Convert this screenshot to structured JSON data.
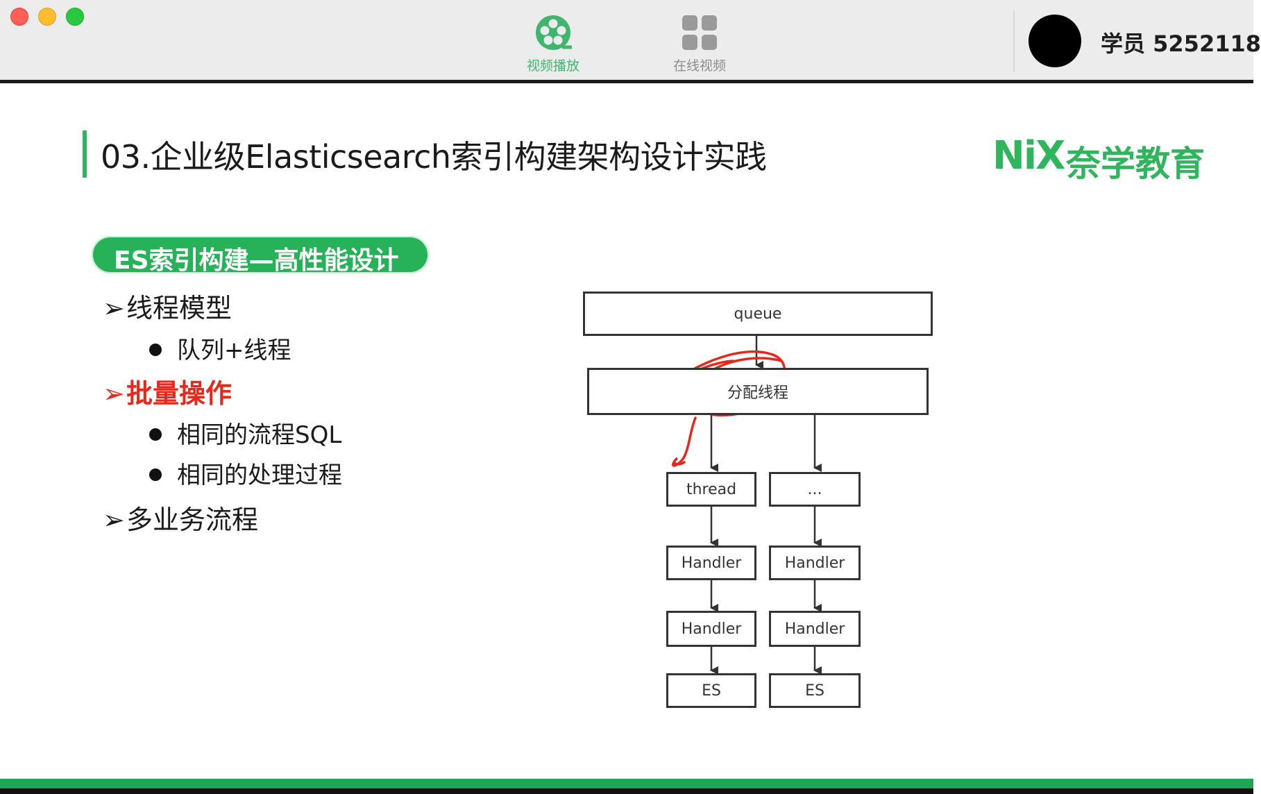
{
  "window": {
    "tabs": [
      {
        "label": "视频播放",
        "icon": "film-reel-icon",
        "active": true
      },
      {
        "label": "在线视频",
        "icon": "grid-icon",
        "active": false
      }
    ],
    "user": {
      "name": "学员 5252118"
    }
  },
  "slide": {
    "title": "03.企业级Elasticsearch索引构建架构设计实践",
    "logo": {
      "mark": "NiX",
      "text": "奈学教育"
    },
    "section_pill": "ES索引构建—高性能设计",
    "bullets": [
      {
        "marker": "➢",
        "text": "线程模型",
        "level": 1,
        "highlight": false
      },
      {
        "marker": "●",
        "text": "队列+线程",
        "level": 2,
        "highlight": false
      },
      {
        "marker": "➢",
        "text": "批量操作",
        "level": 1,
        "highlight": true
      },
      {
        "marker": "●",
        "text": "相同的流程SQL",
        "level": 2,
        "highlight": false
      },
      {
        "marker": "●",
        "text": "相同的处理过程",
        "level": 2,
        "highlight": false
      },
      {
        "marker": "➢",
        "text": "多业务流程",
        "level": 1,
        "highlight": false
      }
    ],
    "diagram": {
      "queue": "queue",
      "dispatcher": "分配线程",
      "columns": [
        {
          "thread": "thread",
          "handler1": "Handler",
          "handler2": "Handler",
          "sink": "ES"
        },
        {
          "thread": "...",
          "handler1": "Handler",
          "handler2": "Handler",
          "sink": "ES"
        }
      ]
    },
    "colors": {
      "accent": "#2fb65d",
      "highlight": "#e8271b",
      "annotation": "#e8271b"
    }
  }
}
